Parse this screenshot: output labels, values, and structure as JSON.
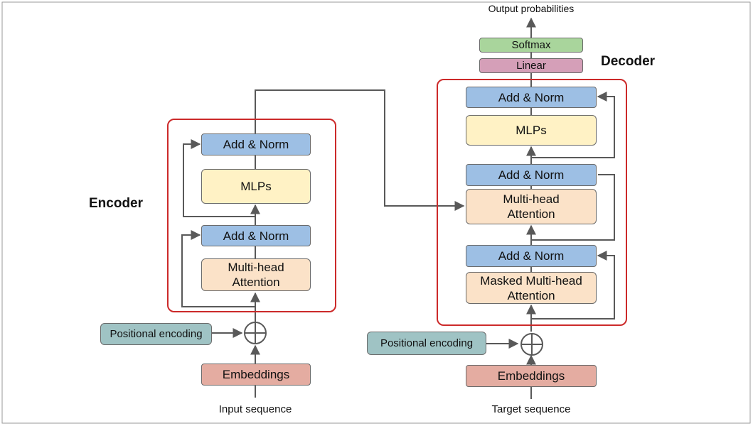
{
  "colors": {
    "add_norm": "#9dbfe4",
    "mlp": "#fff2c5",
    "attention": "#fbe2c8",
    "embedding": "#e4aca1",
    "positional": "#9fc3c4",
    "softmax": "#a9d59c",
    "linear": "#d59fb8",
    "frame": "#cc2a2a",
    "line": "#595959"
  },
  "encoder": {
    "label": "Encoder",
    "add_norm_top": "Add & Norm",
    "mlps": "MLPs",
    "add_norm_bottom": "Add & Norm",
    "attention": "Multi-head\nAttention",
    "positional_encoding": "Positional encoding",
    "embeddings": "Embeddings",
    "input_label": "Input sequence"
  },
  "decoder": {
    "label": "Decoder",
    "output_label": "Output probabilities",
    "softmax": "Softmax",
    "linear": "Linear",
    "add_norm_top": "Add & Norm",
    "mlps": "MLPs",
    "add_norm_middle": "Add & Norm",
    "cross_attention": "Multi-head\nAttention",
    "add_norm_bottom": "Add & Norm",
    "masked_attention": "Masked Multi-head\nAttention",
    "positional_encoding": "Positional encoding",
    "embeddings": "Embeddings",
    "target_label": "Target sequence"
  }
}
